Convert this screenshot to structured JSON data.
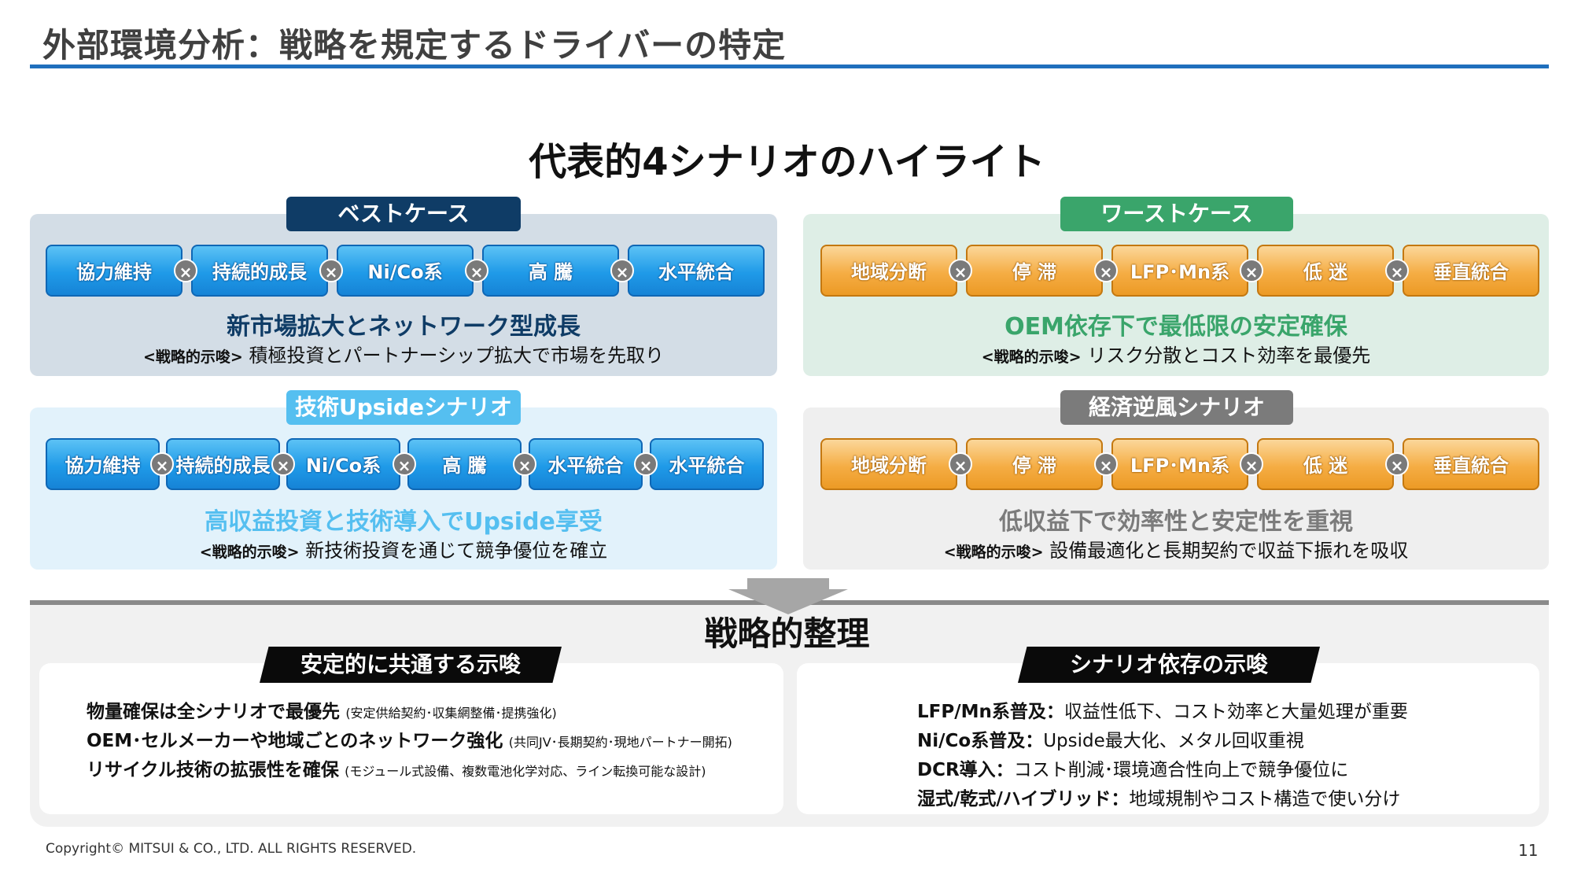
{
  "header": {
    "title": "外部環境分析：戦略を規定するドライバーの特定"
  },
  "highlight_title": "代表的4シナリオのハイライト",
  "scenarios": {
    "best": {
      "label": "ベストケース",
      "chips": [
        "協力維持",
        "持続的成長",
        "Ni/Co系",
        "高 騰",
        "水平統合"
      ],
      "headline": "新市場拡大とネットワーク型成長",
      "implication_tag": "<戦略的示唆>",
      "implication": "積極投資とパートナーシップ拡大で市場を先取り",
      "colors": {
        "panel": "#d3dde6",
        "label": "#0f3c66",
        "headline": "#0f3c66"
      }
    },
    "worst": {
      "label": "ワーストケース",
      "chips": [
        "地域分断",
        "停 滞",
        "LFP･Mn系",
        "低 迷",
        "垂直統合"
      ],
      "headline": "OEM依存下で最低限の安定確保",
      "implication_tag": "<戦略的示唆>",
      "implication": "リスク分散とコスト効率を最優先",
      "colors": {
        "panel": "#deeee6",
        "label": "#3aa56b",
        "headline": "#3aa56b"
      }
    },
    "tech": {
      "label": "技術Upsideシナリオ",
      "chips": [
        "協力維持",
        "持続的成長",
        "Ni/Co系",
        "高 騰",
        "水平統合",
        "水平統合"
      ],
      "headline": "高収益投資と技術導入でUpside享受",
      "implication_tag": "<戦略的示唆>",
      "implication": "新技術投資を通じて競争優位を確立",
      "colors": {
        "panel": "#e2f2fb",
        "label": "#55bff0",
        "headline": "#55bff0"
      }
    },
    "headwind": {
      "label": "経済逆風シナリオ",
      "chips": [
        "地域分断",
        "停 滞",
        "LFP･Mn系",
        "低 迷",
        "垂直統合"
      ],
      "headline": "低収益下で効率性と安定性を重視",
      "implication_tag": "<戦略的示唆>",
      "implication": "設備最適化と長期契約で収益下振れを吸収",
      "colors": {
        "panel": "#efefef",
        "label": "#7b7b7b",
        "headline": "#7b7b7b"
      }
    }
  },
  "strategy": {
    "title": "戦略的整理",
    "common": {
      "label": "安定的に共通する示唆",
      "items": [
        {
          "bold": "物量確保は全シナリオで最優先",
          "note": "(安定供給契約･収集網整備･提携強化)"
        },
        {
          "bold": "OEM･セルメーカーや地域ごとのネットワーク強化",
          "note": "(共同JV･長期契約･現地パートナー開拓)"
        },
        {
          "bold": "リサイクル技術の拡張性を確保",
          "note": "(モジュール式設備、複数電池化学対応、ライン転換可能な設計)"
        }
      ]
    },
    "dependent": {
      "label": "シナリオ依存の示唆",
      "items": [
        {
          "bold": "LFP/Mn系普及：",
          "text": "収益性低下、コスト効率と大量処理が重要"
        },
        {
          "bold": "Ni/Co系普及：",
          "text": "Upside最大化、メタル回収重視"
        },
        {
          "bold": "DCR導入：",
          "text": "コスト削減･環境適合性向上で競争優位に"
        },
        {
          "bold": "湿式/乾式/ハイブリッド：",
          "text": "地域規制やコスト構造で使い分け"
        }
      ]
    }
  },
  "separator_symbol": "×",
  "footer": {
    "copyright": "Copyright© MITSUI & CO., LTD. ALL RIGHTS RESERVED.",
    "page_number": "11"
  },
  "colors": {
    "header_rule": "#1f6fbd",
    "chip_blue": "#1f9ae8",
    "chip_orange": "#f5ad44",
    "separator": "#7a7a7a"
  }
}
